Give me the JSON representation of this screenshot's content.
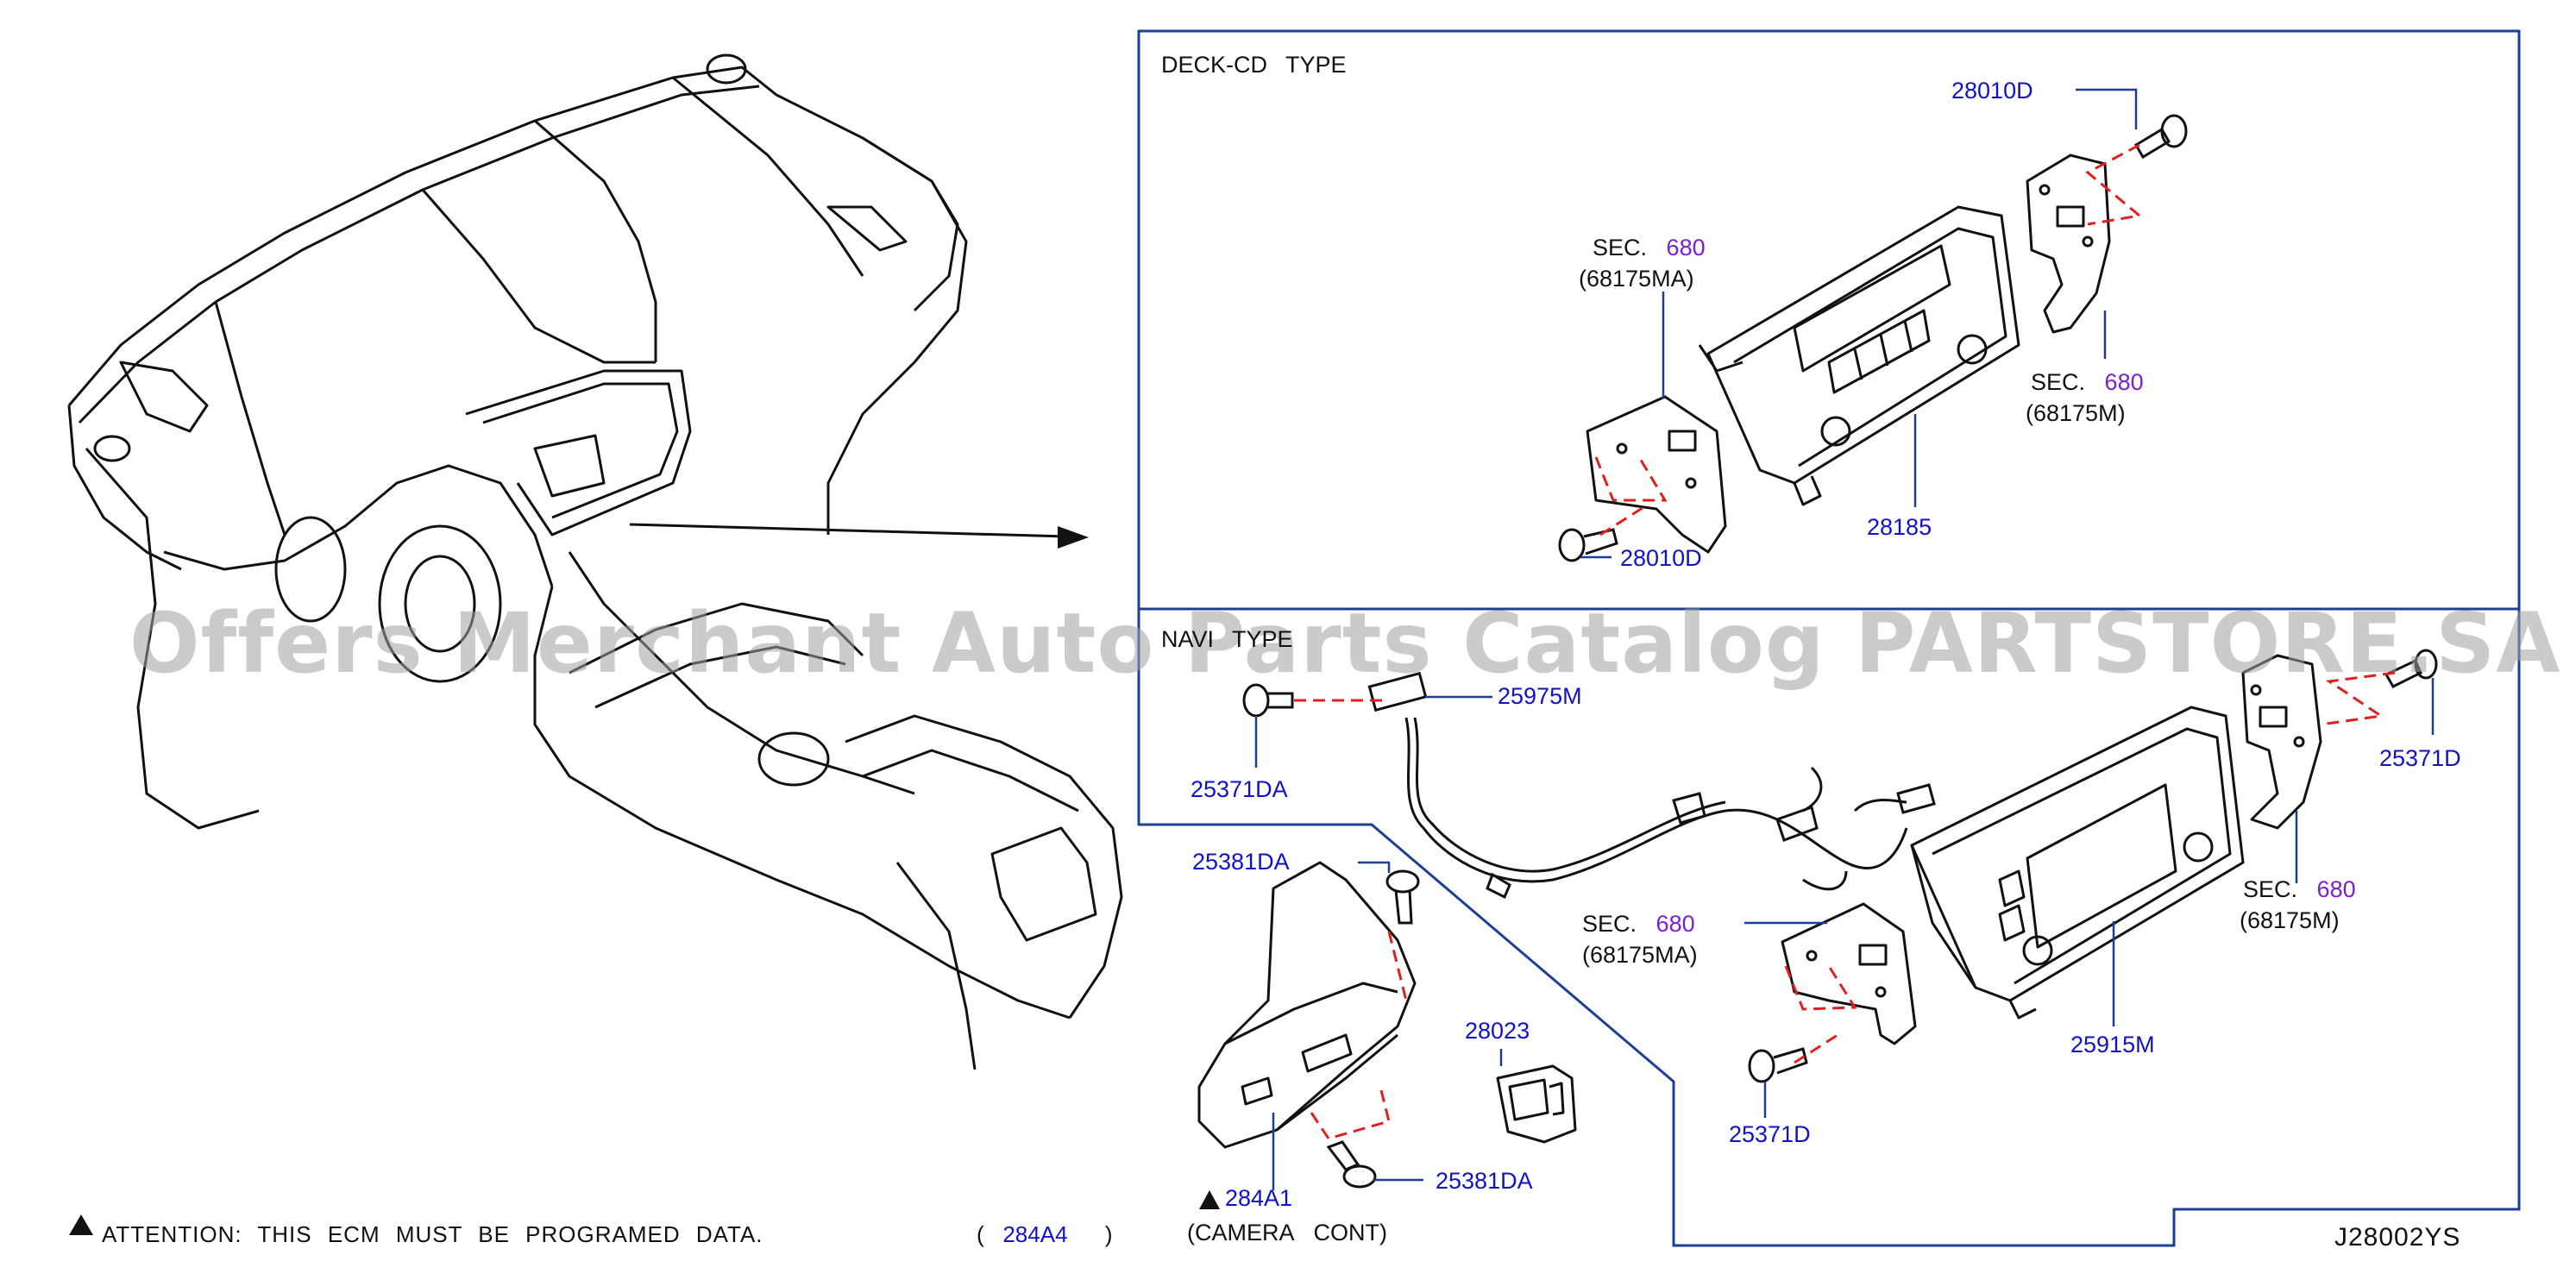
{
  "sections": {
    "deck_title": "DECK-CD TYPE",
    "navi_title": "NAVI TYPE"
  },
  "labels": {
    "p28010D_top": "28010D",
    "p28010D_bottom": "28010D",
    "p28185": "28185",
    "p25975M": "25975M",
    "p25371DA": "25371DA",
    "p25381DA_top": "25381DA",
    "p25381DA_bottom": "25381DA",
    "p28023": "28023",
    "p284A1": "284A1",
    "p25371D_right": "25371D",
    "p25371D_bottom": "25371D",
    "p25915M": "25915M",
    "camera": "(CAMERA CONT)"
  },
  "sec_refs": {
    "word": "SEC.",
    "num": "680",
    "deck_left_sub": "(68175MA)",
    "deck_right_sub": "(68175M)",
    "navi_left_sub": "(68175MA)",
    "navi_right_sub": "(68175M)"
  },
  "attention": {
    "text": "ATTENTION: THIS ECM MUST BE PROGRAMED DATA.",
    "ref_open": "(",
    "ref_part": "284A4",
    "ref_close": ")"
  },
  "diagram_code": "J28002YS",
  "watermark": "Offers Merchant Auto Parts Catalog PARTSTORE.SA",
  "colors": {
    "frame": "#1c3f94",
    "part_number": "#1111cc",
    "sec_number": "#7a1fd6",
    "dashed_connector": "#e02020",
    "line_art": "#111111"
  }
}
